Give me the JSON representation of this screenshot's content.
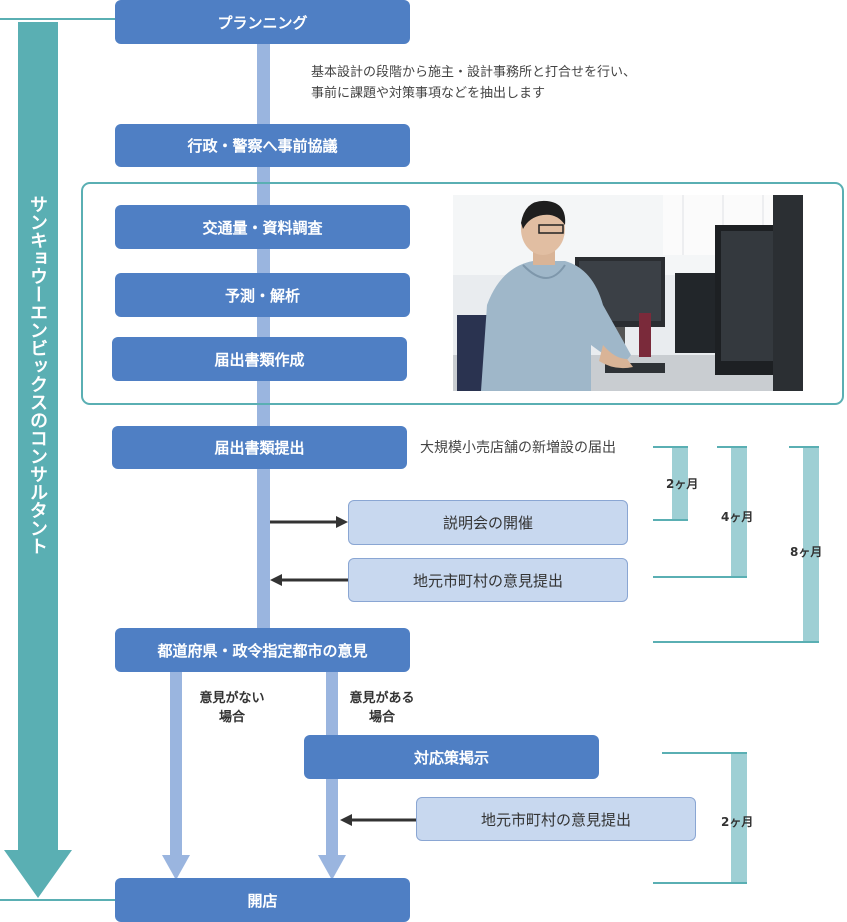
{
  "side_label": "サンキョウーエンビックスのコンサルタント",
  "steps": {
    "planning": "プランニング",
    "consult": "行政・警察へ事前協議",
    "traffic": "交通量・資料調査",
    "forecast": "予測・解析",
    "docs": "届出書類作成",
    "submit": "届出書類提出",
    "prefecture": "都道府県・政令指定都市の意見",
    "response": "対応策掲示",
    "opening": "開店"
  },
  "light_boxes": {
    "briefing": "説明会の開催",
    "local_opinion_1": "地元市町村の意見提出",
    "local_opinion_2": "地元市町村の意見提出"
  },
  "notes": {
    "planning_line1": "基本設計の段階から施主・設計事務所と打合せを行い、",
    "planning_line2": "事前に課題や対策事項などを抽出します",
    "submit_note": "大規模小売店舗の新増設の届出"
  },
  "conditions": {
    "no_opinion_1": "意見がない",
    "no_opinion_2": "場合",
    "has_opinion_1": "意見がある",
    "has_opinion_2": "場合"
  },
  "durations": {
    "d2_top": "2ヶ月",
    "d4": "4ヶ月",
    "d8": "8ヶ月",
    "d2_bottom": "2ヶ月"
  },
  "colors": {
    "main_box": "#4f7fc4",
    "light_box": "#c8d8ef",
    "flow_line": "#9ab5df",
    "teal": "#5aafb3",
    "duration_bar": "#9ecfd4"
  }
}
